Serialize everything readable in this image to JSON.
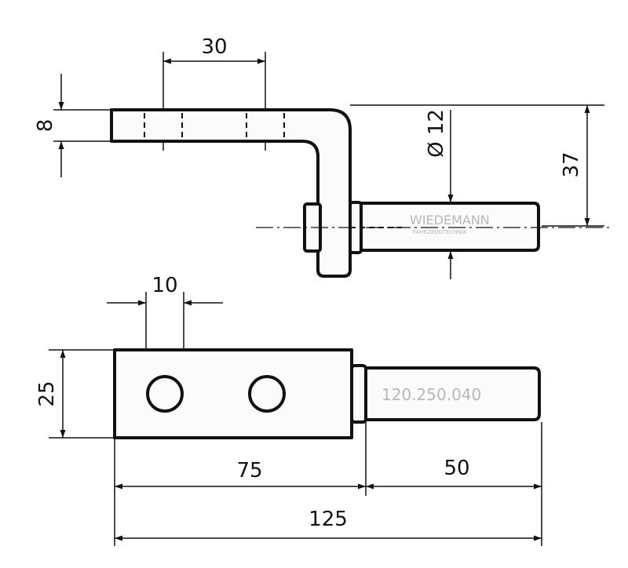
{
  "dimensions": {
    "top_hole_spacing": "30",
    "bracket_thickness": "8",
    "pin_diameter": "Ø 12",
    "pin_offset": "37",
    "hole_offset": "10",
    "bracket_width": "25",
    "plate_length": "75",
    "pin_length": "50",
    "total_length": "125"
  },
  "watermark": {
    "brand": "WIEDEMANN",
    "subline": "FAHRZEUGTECHNIK"
  },
  "engraving": "120.250.040"
}
